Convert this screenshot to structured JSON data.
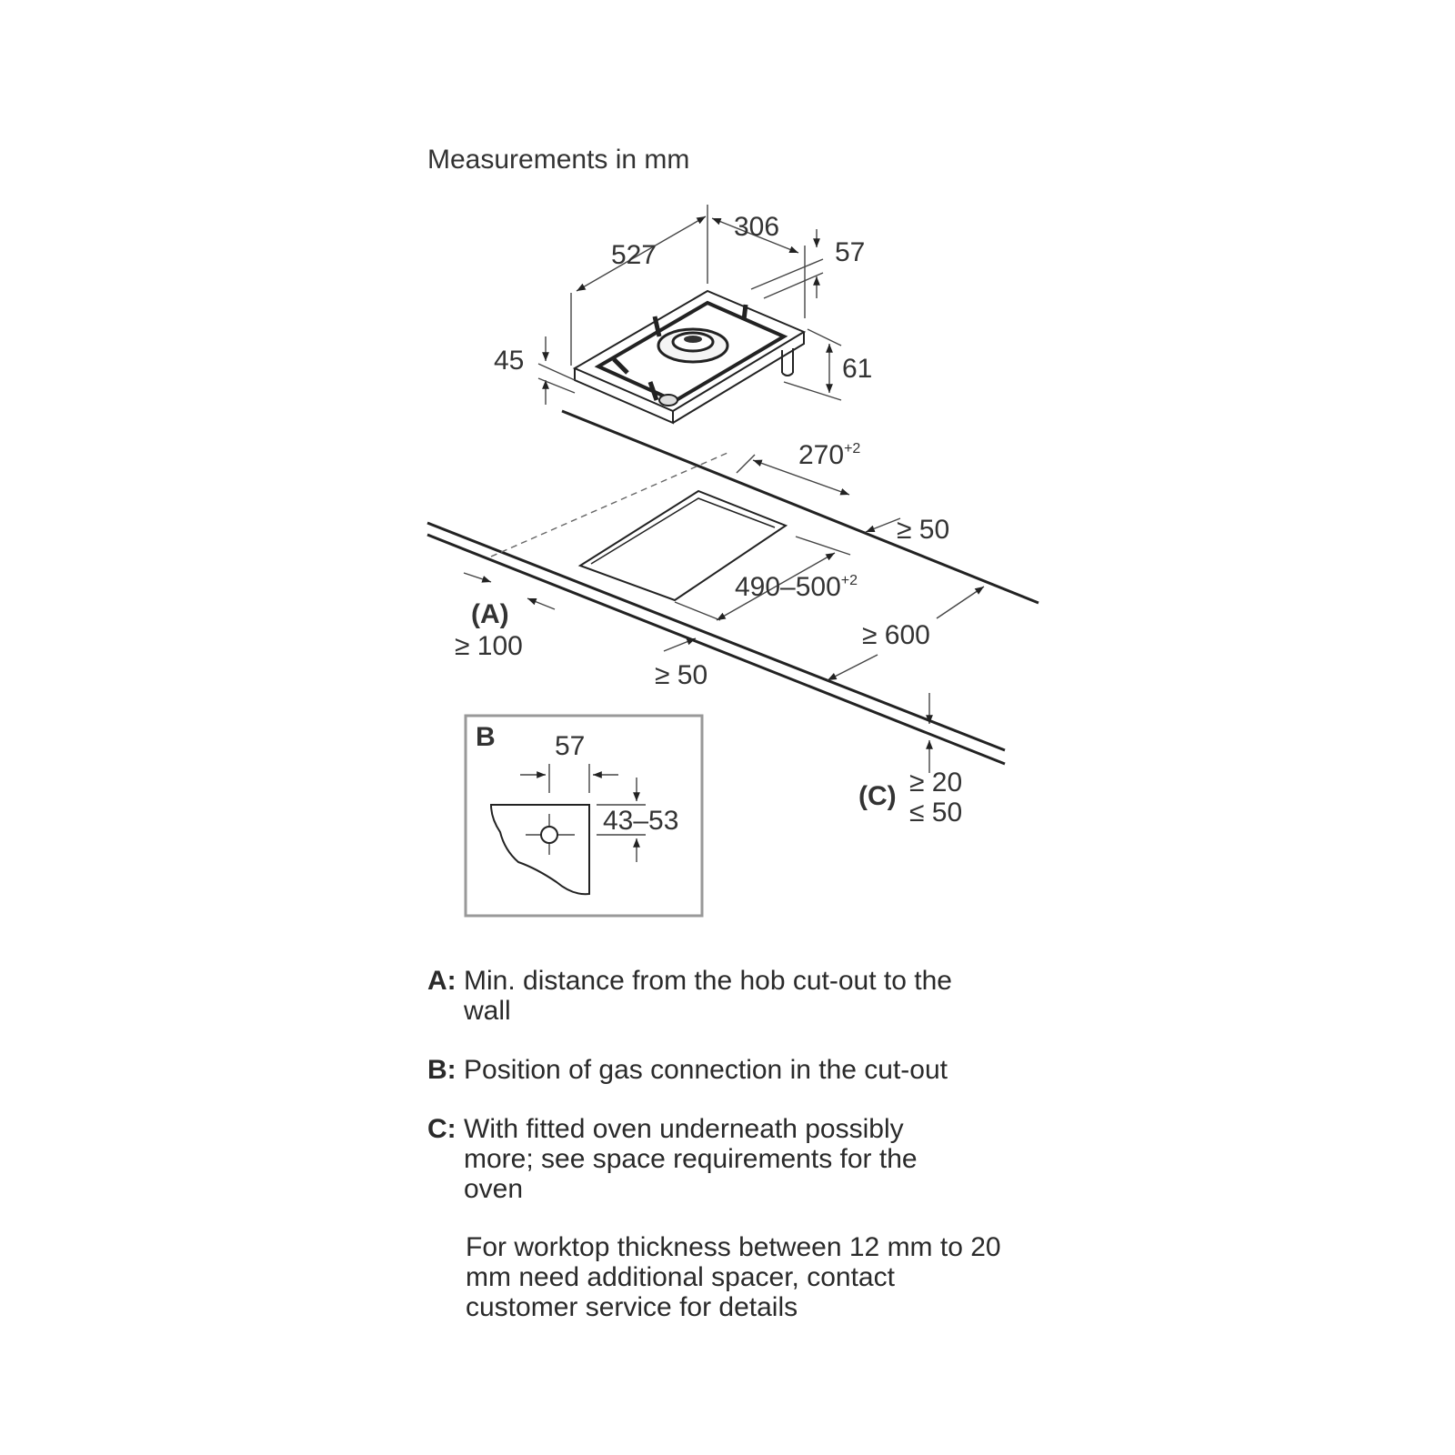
{
  "header": {
    "title": "Measurements in mm"
  },
  "hob_dimensions": {
    "depth": "527",
    "width": "306",
    "top_height": "57",
    "body_height": "61",
    "front_height": "45"
  },
  "cutout_dimensions": {
    "width": "270",
    "width_tol": "+2",
    "depth": "490–500",
    "depth_tol": "+2",
    "rear_min": "≥ 50",
    "front_min": "≥ 50",
    "side_min": "≥ 600",
    "wall_label": "(A)",
    "wall_min": "≥ 100",
    "thickness_label": "(C)",
    "thickness_min": "≥ 20",
    "thickness_max": "≤ 50"
  },
  "detail_b": {
    "label": "B",
    "offset": "57",
    "range": "43–53"
  },
  "legend": [
    {
      "key": "A:",
      "text": "Min. distance from the hob cut-out to the wall"
    },
    {
      "key": "B:",
      "text": "Position of gas connection in the cut-out"
    },
    {
      "key": "C:",
      "text": "With fitted oven underneath possibly more; see space requirements for the oven"
    }
  ],
  "note": "For worktop thickness between 12 mm to 20 mm need additional spacer, contact customer service for details"
}
